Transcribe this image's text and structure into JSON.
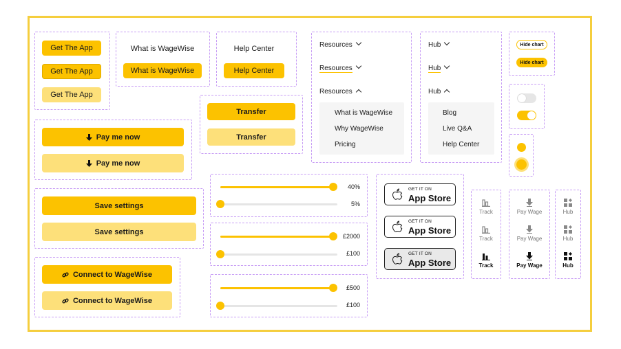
{
  "buttons": {
    "get_app": "Get The App",
    "what_is": "What is WageWise",
    "help_center": "Help Center",
    "transfer": "Transfer",
    "pay_me_now": "Pay me now",
    "save_settings": "Save settings",
    "connect": "Connect to WageWise"
  },
  "resources_menu": {
    "label": "Resources",
    "items": [
      "What is WageWise",
      "Why WageWise",
      "Pricing"
    ]
  },
  "hub_menu": {
    "label": "Hub",
    "items": [
      "Blog",
      "Live Q&A",
      "Help Center"
    ]
  },
  "chart_toggle": {
    "label": "Hide chart"
  },
  "toggles": [
    {
      "state": "off"
    },
    {
      "state": "on"
    }
  ],
  "sliders": [
    {
      "value_label": "40%",
      "fraction": 1.0
    },
    {
      "value_label": "5%",
      "fraction": 0.0
    },
    {
      "value_label": "£2000",
      "fraction": 1.0
    },
    {
      "value_label": "£100",
      "fraction": 0.0
    },
    {
      "value_label": "£500",
      "fraction": 1.0
    },
    {
      "value_label": "£100",
      "fraction": 0.0
    }
  ],
  "app_store": {
    "small": "GET IT ON",
    "big": "App Store"
  },
  "nav": {
    "track": "Track",
    "pay_wage": "Pay Wage",
    "hub": "Hub"
  },
  "colors": {
    "primary": "#fcc200",
    "secondary": "#fde07a",
    "frame": "#f5ce3e",
    "guide": "#c79cf5"
  }
}
